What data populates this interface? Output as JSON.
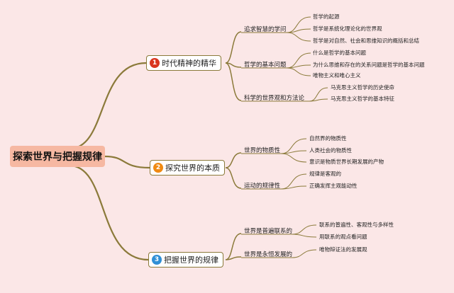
{
  "root": {
    "label": "探索世界与把握规律"
  },
  "branches": [
    {
      "badge": "1",
      "badge_color": "#d9351f",
      "label": "时代精神的精华",
      "subs": [
        {
          "label": "追求智慧的学问",
          "leaves": [
            "哲学的起源",
            "哲学是系统化理论化的世界观",
            "哲学是对自然、社会和思维知识的概括和总结"
          ]
        },
        {
          "label": "哲学的基本问题",
          "leaves": [
            "什么是哲学的基本问题",
            "为什么思维和存在的关系问题是哲学的基本问题",
            "唯物主义和唯心主义"
          ]
        },
        {
          "label": "科学的世界观和方法论",
          "leaves": [
            "马克思主义哲学的历史使命",
            "马克思主义哲学的基本特征"
          ]
        }
      ]
    },
    {
      "badge": "2",
      "badge_color": "#f08a12",
      "label": "探究世界的本质",
      "subs": [
        {
          "label": "世界的物质性",
          "leaves": [
            "自然界的物质性",
            "人类社会的物质性",
            "意识是物质世界长期发展的产物"
          ]
        },
        {
          "label": "运动的规律性",
          "leaves": [
            "规律是客观的",
            "正确发挥主观能动性"
          ]
        }
      ]
    },
    {
      "badge": "3",
      "badge_color": "#2f8fd6",
      "label": "把握世界的规律",
      "subs": [
        {
          "label": "世界是普遍联系的",
          "leaves": [
            "联系的普遍性、客观性与多样性",
            "用联系的观点看问题"
          ]
        },
        {
          "label": "世界是永恒发展的",
          "leaves": [
            "唯物辩证法的发展观"
          ]
        }
      ]
    }
  ]
}
